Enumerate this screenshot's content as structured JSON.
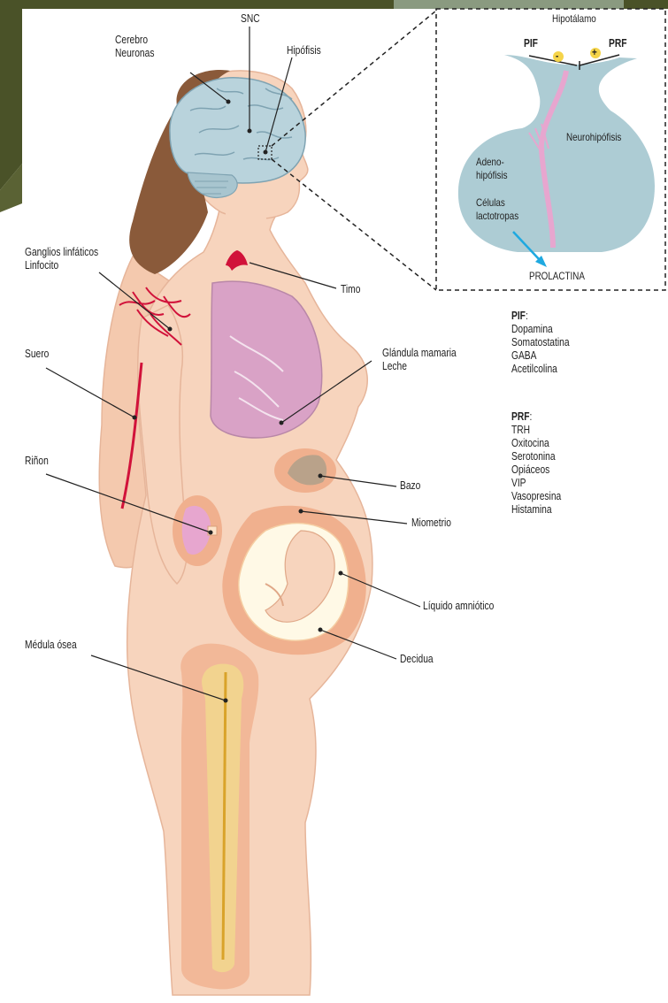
{
  "colors": {
    "background_band": "#4a5228",
    "skin": "#f7d4bd",
    "skin_outline": "#e6b59a",
    "hair": "#8a5a3a",
    "brain": "#b9d3dc",
    "blood": "#d1123a",
    "breast": "#d9a2c6",
    "uterus": "#f0b08e",
    "amniotic": "#fff9e6",
    "kidney": "#e7a6cf",
    "spleen": "#b9a28a",
    "bone": "#f2d38f",
    "pituitary": "#9fc3cc",
    "arrow_blue": "#1fa9e0"
  },
  "labels": {
    "snc": "SNC",
    "cerebro": "Cerebro",
    "neuronas": "Neuronas",
    "hipofisis": "Hipófisis",
    "ganglios": "Ganglios linfáticos",
    "linfocito": "Linfocito",
    "timo": "Timo",
    "suero": "Suero",
    "glandula": "Glándula mamaria",
    "leche": "Leche",
    "rinon": "Riñon",
    "bazo": "Bazo",
    "miometrio": "Miometrio",
    "liquido": "Líquido amniótico",
    "medula": "Médula ósea",
    "decidua": "Decidua"
  },
  "inset": {
    "hipotalamo": "Hipotálamo",
    "pif": "PIF",
    "prf": "PRF",
    "minus": "-",
    "plus": "+",
    "neurohipofisis": "Neurohipófisis",
    "adeno1": "Adeno-",
    "adeno2": "hipófisis",
    "celulas1": "Células",
    "celulas2": "lactotropas",
    "prolactina": "PROLACTINA"
  },
  "pif_list": {
    "title": "PIF",
    "colon": ":",
    "items": [
      "Dopamina",
      "Somatostatina",
      "GABA",
      "Acetilcolina"
    ]
  },
  "prf_list": {
    "title": "PRF",
    "colon": ":",
    "items": [
      "TRH",
      "Oxitocina",
      "Serotonina",
      "Opiáceos",
      "VIP",
      "Vasopresina",
      "Histamina"
    ]
  }
}
